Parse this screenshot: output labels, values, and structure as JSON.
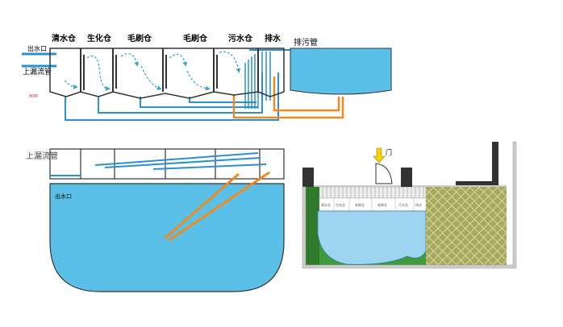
{
  "top_diagram": {
    "chambers": [
      "清水仓",
      "生化仓",
      "毛刷仓",
      "毛刷仓",
      "污水仓",
      "排水"
    ],
    "drain_pipe": "排污管",
    "outlet": "出水口",
    "overflow_pipe": "上漏流管",
    "height_mark": "80M"
  },
  "bottom_left": {
    "overflow_pipe": "上漏流管",
    "outlet": "出水口"
  },
  "bottom_right": {
    "door": "门",
    "chambers": [
      "清水仓",
      "生化仓",
      "毛刷仓",
      "毛刷仓",
      "污水仓",
      "排水"
    ]
  },
  "colors": {
    "water": "#5bc0e8",
    "pipe_blue": "#2a90d0",
    "pipe_orange": "#f08a20",
    "arrow_yellow": "#f5d300",
    "media": "#a8a860"
  }
}
